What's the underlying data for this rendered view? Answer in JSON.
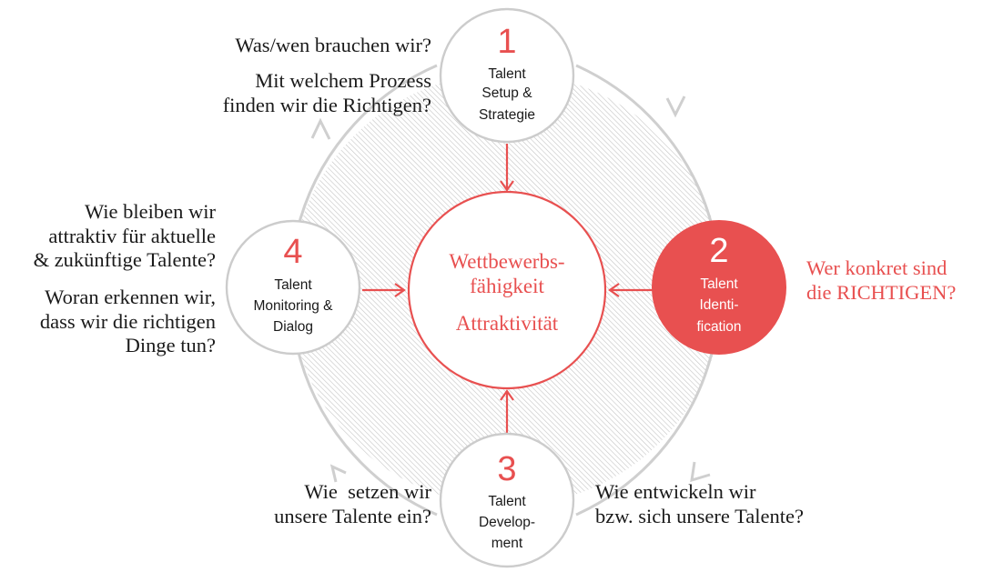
{
  "center": {
    "lines": [
      "Wettbewerbs-",
      "fähigkeit",
      "Attraktivität"
    ]
  },
  "nodes": [
    {
      "number": "1",
      "label_lines": [
        "Talent",
        "Setup &",
        "Strategie"
      ]
    },
    {
      "number": "2",
      "label_lines": [
        "Talent",
        "Identi-",
        "fication"
      ]
    },
    {
      "number": "3",
      "label_lines": [
        "Talent",
        "Develop-",
        "ment"
      ]
    },
    {
      "number": "4",
      "label_lines": [
        "Talent",
        "Monitoring &",
        "Dialog"
      ]
    }
  ],
  "questions": {
    "q1a": [
      "Was/wen brauchen wir?"
    ],
    "q1b": [
      "Mit welchem Prozess",
      "finden wir die Richtigen?"
    ],
    "q2": [
      "Wer konkret sind",
      "die RICHTIGEN?"
    ],
    "q3_left": [
      "Wie  setzen wir",
      "unsere Talente ein?"
    ],
    "q3_right": [
      "Wie entwickeln wir",
      "bzw. sich unsere Talente?"
    ],
    "q4a": [
      "Wie bleiben wir",
      "attraktiv für aktuelle",
      "& zukünftige Talente?"
    ],
    "q4b": [
      "Woran erkennen wir,",
      "dass wir die richtigen",
      "Dinge tun?"
    ]
  },
  "colors": {
    "accent": "#e85050",
    "ring": "#cccccc",
    "hatch": "#c8c8c8",
    "text": "#1a1a1a"
  }
}
